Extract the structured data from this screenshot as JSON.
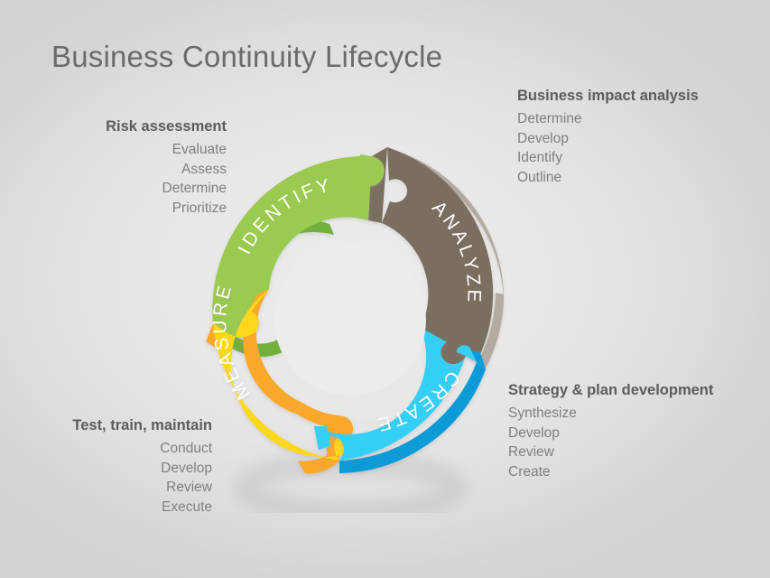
{
  "slide": {
    "title": "Business Continuity Lifecycle",
    "background_color": "#e4e4e4",
    "title_color": "#6b6b6b"
  },
  "diagram": {
    "type": "cycle-donut",
    "shadow": "ellipse-ring-shadow",
    "segments": [
      {
        "key": "identify",
        "label": "IDENTIFY",
        "color": "#9aca4f",
        "edge_color": "#6fb03e",
        "position": "top-left"
      },
      {
        "key": "analyze",
        "label": "ANALYZE",
        "color": "#7a6e5f",
        "edge_color": "#b3aaa0",
        "position": "top-right"
      },
      {
        "key": "create",
        "label": "CREATE",
        "color": "#35cff5",
        "edge_color": "#0f9bd8",
        "position": "bottom-right"
      },
      {
        "key": "measure",
        "label": "MEASURE",
        "color": "#fcd71a",
        "edge_color": "#f9a82a",
        "position": "bottom-left"
      }
    ]
  },
  "labels": {
    "risk_assessment": {
      "heading": "Risk assessment",
      "items": [
        "Evaluate",
        "Assess",
        "Determine",
        "Prioritize"
      ]
    },
    "business_impact_analysis": {
      "heading": "Business impact analysis",
      "items": [
        "Determine",
        "Develop",
        "Identify",
        "Outline"
      ]
    },
    "strategy_plan_development": {
      "heading": "Strategy & plan development",
      "items": [
        "Synthesize",
        "Develop",
        "Review",
        "Create"
      ]
    },
    "test_train_maintain": {
      "heading": "Test, train, maintain",
      "items": [
        "Conduct",
        "Develop",
        "Review",
        "Execute"
      ]
    }
  }
}
